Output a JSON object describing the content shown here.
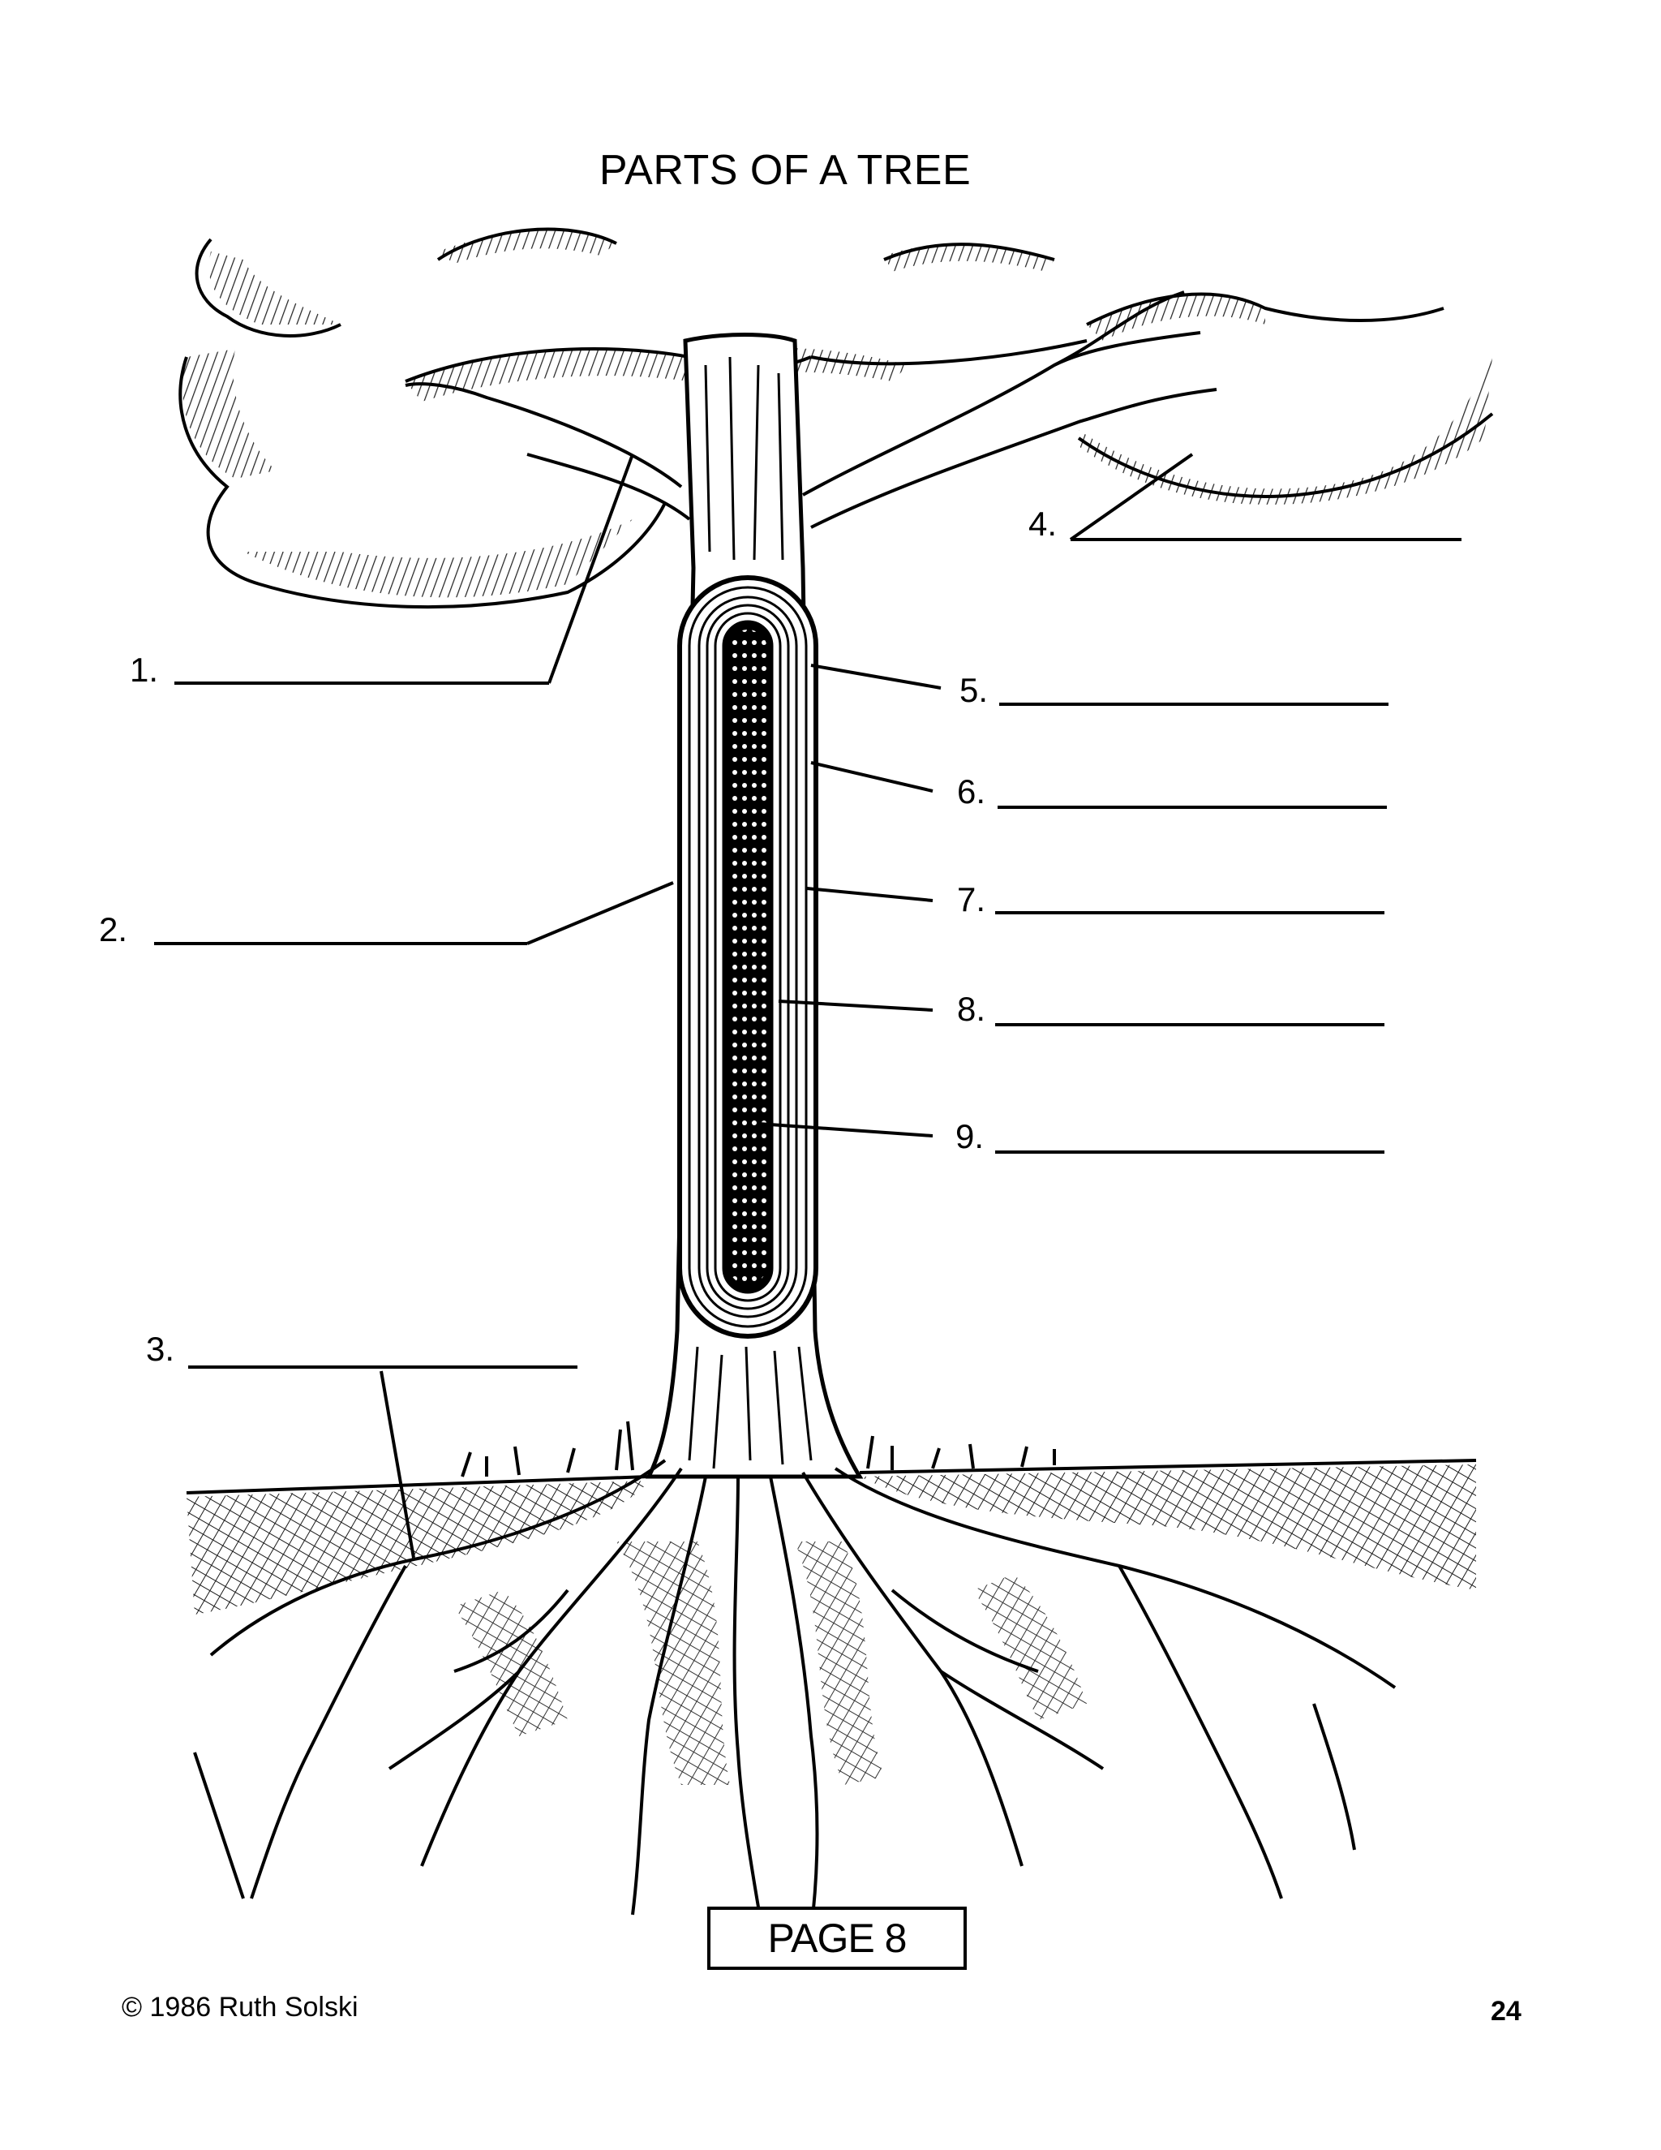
{
  "worksheet": {
    "title": "PARTS OF A TREE",
    "labels": [
      {
        "number": "1.",
        "side": "left",
        "points_to": "branch",
        "answer": ""
      },
      {
        "number": "2.",
        "side": "left",
        "points_to": "trunk bark",
        "answer": ""
      },
      {
        "number": "3.",
        "side": "left",
        "points_to": "root",
        "answer": ""
      },
      {
        "number": "4.",
        "side": "right",
        "points_to": "crown / leaves",
        "answer": ""
      },
      {
        "number": "5.",
        "side": "right",
        "points_to": "outer bark",
        "answer": ""
      },
      {
        "number": "6.",
        "side": "right",
        "points_to": "inner bark",
        "answer": ""
      },
      {
        "number": "7.",
        "side": "right",
        "points_to": "cambium",
        "answer": ""
      },
      {
        "number": "8.",
        "side": "right",
        "points_to": "sapwood",
        "answer": ""
      },
      {
        "number": "9.",
        "side": "right",
        "points_to": "heartwood",
        "answer": ""
      }
    ],
    "page_box_label": "PAGE 8",
    "copyright": "© 1986 Ruth Solski",
    "page_number": "24"
  },
  "colors": {
    "ink": "#000000",
    "paper": "#ffffff"
  }
}
